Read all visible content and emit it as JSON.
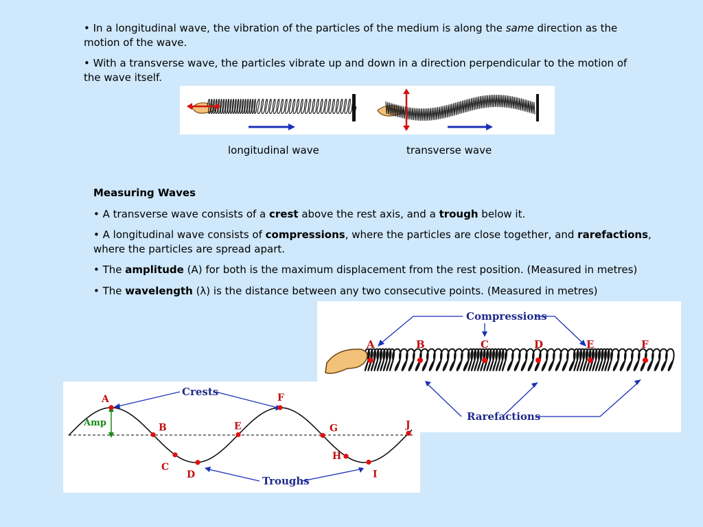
{
  "intro": {
    "p1_prefix": "• In a longitudinal wave, the vibration of the particles of the medium is along the ",
    "p1_em": "same",
    "p1_suffix": " direction as the motion of the wave.",
    "p2": "• With a transverse wave, the particles vibrate up and down in a direction perpendicular to the motion of the wave itself."
  },
  "captions": {
    "longitudinal": "longitudinal wave",
    "transverse": "transverse wave"
  },
  "measuring": {
    "heading": "Measuring Waves",
    "b1_pre": "• A transverse wave consists of a ",
    "b1_crest": "crest",
    "b1_mid": " above the rest axis, and a ",
    "b1_trough": "trough",
    "b1_post": " below it.",
    "b2_pre": "• A longitudinal wave consists of ",
    "b2_comp": "compressions",
    "b2_mid": ", where the particles are close together, and ",
    "b2_rare": "rarefactions",
    "b2_post": ", where the particles are spread apart.",
    "b3_pre": "• The ",
    "b3_amp": "amplitude",
    "b3_post": " (A) for both is the maximum displacement from the rest position. (Measured in metres)",
    "b4_pre": "• The ",
    "b4_wl": "wavelength",
    "b4_post": " (λ) is the distance between any two consecutive points. (Measured in metres)"
  },
  "long_diagram": {
    "compressions_label": "Compressions",
    "rarefactions_label": "Rarefactions",
    "points": [
      "A",
      "B",
      "C",
      "D",
      "E",
      "F"
    ]
  },
  "trans_diagram": {
    "crests_label": "Crests",
    "troughs_label": "Troughs",
    "amp_label": "Amp",
    "points": [
      "A",
      "B",
      "C",
      "D",
      "E",
      "F",
      "G",
      "H",
      "I",
      "J"
    ]
  },
  "colors": {
    "background": "#cfe8fb",
    "arrow": "#1a2fb8",
    "point": "#e01010",
    "amp": "#138a13"
  }
}
